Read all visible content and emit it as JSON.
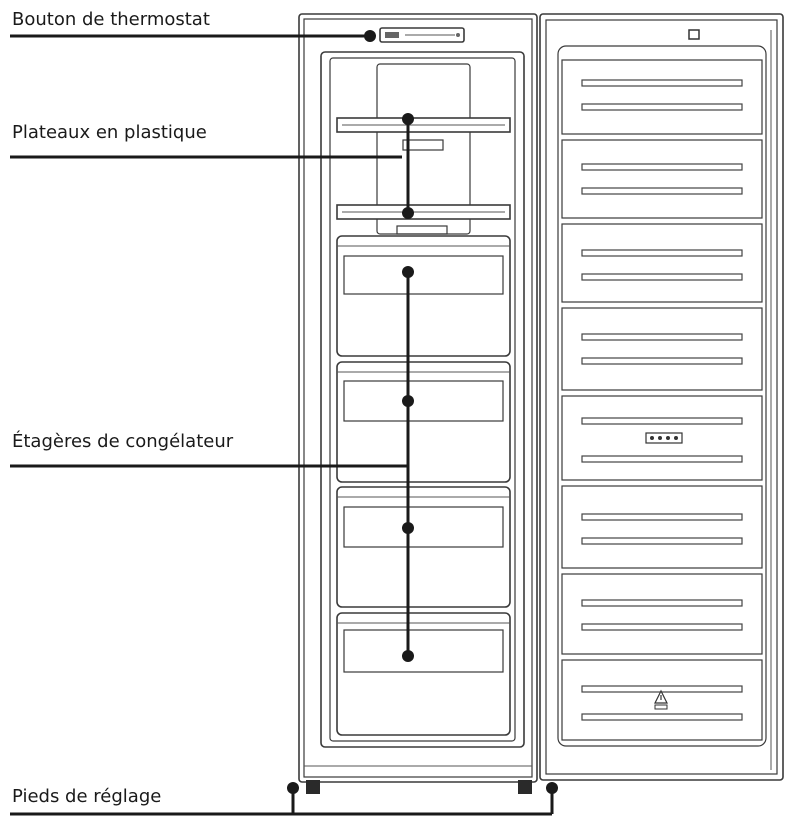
{
  "labels": {
    "thermostat": "Bouton de thermostat",
    "plastic_trays": "Plateaux en plastique",
    "freezer_shelves": "Étagères de congélateur",
    "feet": "Pieds de réglage"
  },
  "colors": {
    "line": "#1a1a1a",
    "outline": "#3a3a3a",
    "background": "#ffffff"
  }
}
